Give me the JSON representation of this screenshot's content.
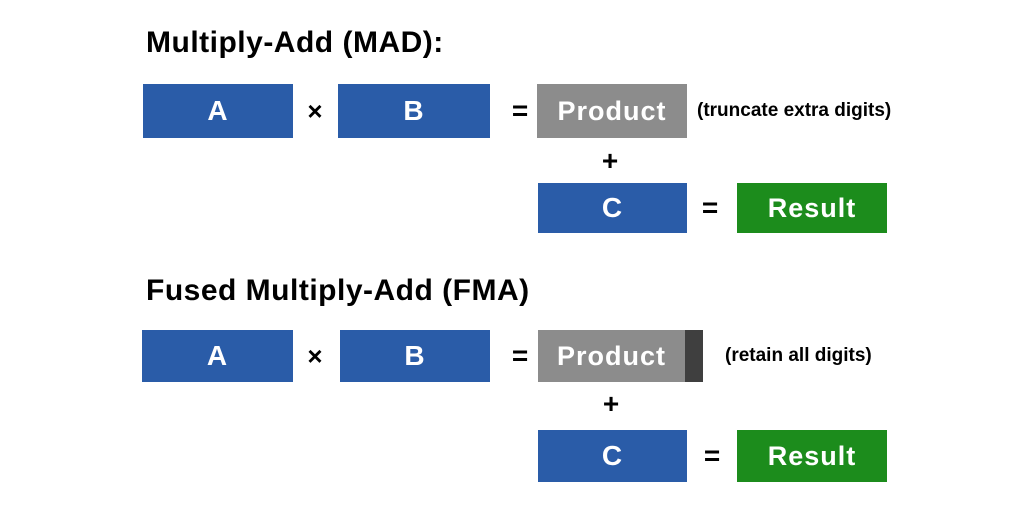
{
  "colors": {
    "blue": "#2A5CA8",
    "green": "#1C8C1C",
    "gray": "#8C8C8C",
    "darkgray": "#3F3F3F",
    "box_text": "#FFFFFF",
    "text": "#000000"
  },
  "mad": {
    "title": "Multiply-Add (MAD):",
    "operand_a": "A",
    "times": "×",
    "operand_b": "B",
    "equals_product": "=",
    "product": "Product",
    "note": "(truncate extra digits)",
    "plus": "+",
    "operand_c": "C",
    "equals_result": "=",
    "result": "Result"
  },
  "fma": {
    "title": "Fused Multiply-Add (FMA)",
    "operand_a": "A",
    "times": "×",
    "operand_b": "B",
    "equals_product": "=",
    "product": "Product",
    "note": "(retain all digits)",
    "plus": "+",
    "operand_c": "C",
    "equals_result": "=",
    "result": "Result"
  }
}
